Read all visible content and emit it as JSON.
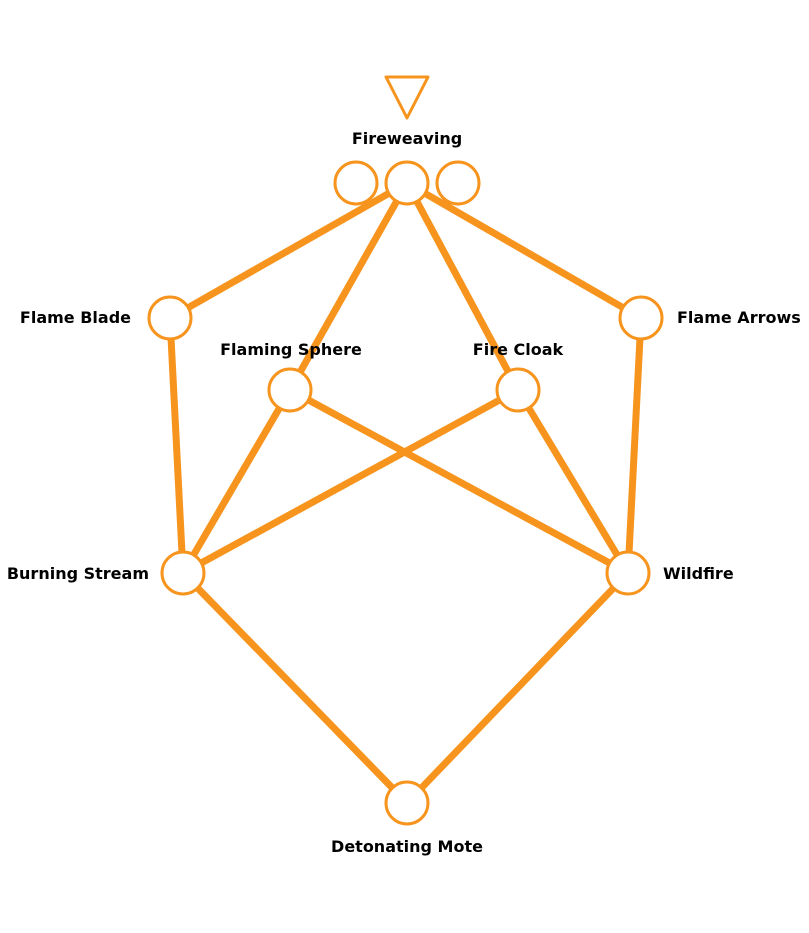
{
  "colors": {
    "accent": "#F7941D",
    "background": "#FFFFFF",
    "text": "#000000"
  },
  "tree": {
    "root_marker": "down-triangle",
    "root_label": "Fireweaving",
    "skills": {
      "flame_blade": "Flame Blade",
      "flame_arrows": "Flame Arrows",
      "flaming_sphere": "Flaming Sphere",
      "fire_cloak": "Fire Cloak",
      "burning_stream": "Burning Stream",
      "wildfire": "Wildfire",
      "detonating_mote": "Detonating Mote"
    }
  }
}
